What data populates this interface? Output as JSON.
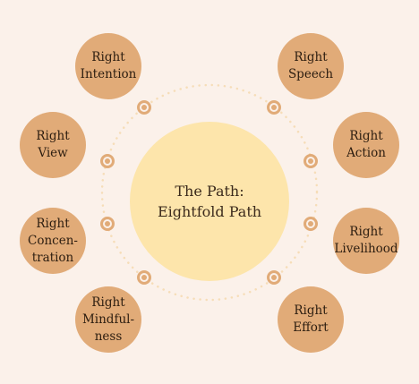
{
  "diagram": {
    "center": {
      "line1": "The Path:",
      "line2": "Eightfold Path"
    },
    "nodes": [
      {
        "id": "intention",
        "lines": [
          "Right",
          "Intention"
        ]
      },
      {
        "id": "speech",
        "lines": [
          "Right",
          "Speech"
        ]
      },
      {
        "id": "view",
        "lines": [
          "Right",
          "View"
        ]
      },
      {
        "id": "action",
        "lines": [
          "Right",
          "Action"
        ]
      },
      {
        "id": "concentration",
        "lines": [
          "Right",
          "Concen-",
          "tration"
        ]
      },
      {
        "id": "livelihood",
        "lines": [
          "Right",
          "Livelihood"
        ]
      },
      {
        "id": "mindfulness",
        "lines": [
          "Right",
          "Mindful-",
          "ness"
        ]
      },
      {
        "id": "effort",
        "lines": [
          "Right",
          "Effort"
        ]
      }
    ],
    "colors": {
      "background": "#fbf1ea",
      "center_fill": "#fde5ab",
      "node_fill": "#e1ab78",
      "ring_dots": "#f6ddb8",
      "text": "#2c1d10"
    }
  }
}
